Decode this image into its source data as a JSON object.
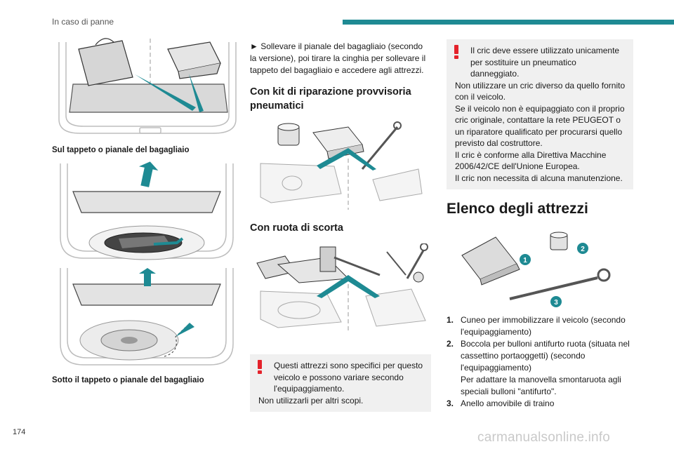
{
  "header": {
    "section_title": "In caso di panne",
    "accent_color": "#1e8a93"
  },
  "page_number": "174",
  "watermark": "carmanualsonline.info",
  "left_column": {
    "caption_1": "Sul tappeto o pianale del bagagliaio",
    "caption_2": "Sotto il tappeto o pianale del bagagliaio"
  },
  "middle_column": {
    "intro": "► Sollevare il pianale del bagagliaio (secondo la versione), poi tirare la cinghia per sollevare il tappeto del bagagliaio e accedere agli attrezzi.",
    "heading_kit": "Con kit di riparazione provvisoria pneumatici",
    "heading_spare": "Con ruota di scorta",
    "warning": {
      "line_1": "Questi attrezzi sono specifici per questo veicolo e possono variare secondo l'equipaggiamento.",
      "line_2": "Non utilizzarli per altri scopi."
    }
  },
  "right_column": {
    "warning": {
      "line_1": "Il cric deve essere utilizzato unicamente per sostituire un pneumatico danneggiato.",
      "line_2": "Non utilizzare un cric diverso da quello fornito con il veicolo.",
      "line_3": "Se il veicolo non è equipaggiato con il proprio cric originale, contattare la rete PEUGEOT o un riparatore qualificato per procurarsi quello previsto dal costruttore.",
      "line_4": "Il cric è conforme alla Direttiva Macchine 2006/42/CE dell'Unione Europea.",
      "line_5": "Il cric non necessita di alcuna manutenzione."
    },
    "heading_tools": "Elenco degli attrezzi",
    "callouts": [
      "1",
      "2",
      "3"
    ],
    "tools": [
      {
        "num": "1.",
        "text": "Cuneo per immobilizzare il veicolo (secondo l'equipaggiamento)"
      },
      {
        "num": "2.",
        "text": "Boccola per bulloni antifurto ruota (situata nel cassettino portaoggetti) (secondo l'equipaggiamento)",
        "extra": "Per adattare la manovella smontaruota agli speciali bulloni \"antifurto\"."
      },
      {
        "num": "3.",
        "text": "Anello amovibile di traino"
      }
    ]
  },
  "colors": {
    "teal": "#1e8a93",
    "warning_red": "#e4222b",
    "box_grey": "#f0f0f0"
  }
}
